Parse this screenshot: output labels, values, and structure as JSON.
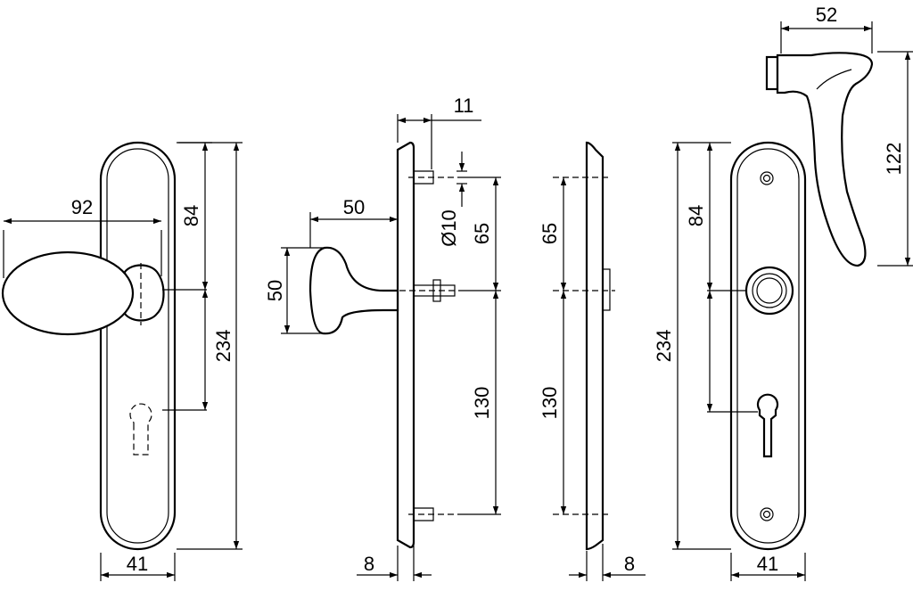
{
  "dimensions": {
    "v1_rose_width": "92",
    "v1_handle_to_key": "84",
    "v1_plate_height": "234",
    "v1_plate_width": "41",
    "v2_spindle": "11",
    "v2_projection": "50",
    "v2_knob_height": "50",
    "v2_hole_diameter": "Ø10",
    "v2_screw_to_handle": "65",
    "v2_handle_to_screw": "130",
    "v2_plate_thickness": "8",
    "v3_screw_to_handle": "65",
    "v3_handle_to_screw": "130",
    "v3_plate_thickness": "8",
    "v4_plate_height": "234",
    "v4_handle_to_key": "84",
    "v4_plate_width": "41",
    "v4_lever_width": "52",
    "v4_lever_height": "122"
  }
}
